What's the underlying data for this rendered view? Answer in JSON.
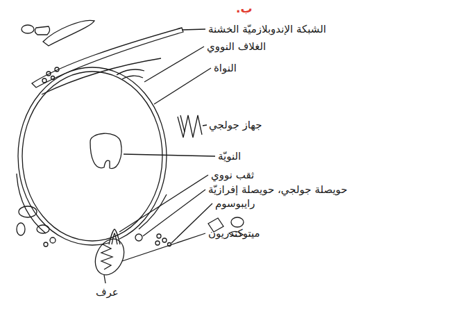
{
  "diagram": {
    "title": "ب.",
    "labels": [
      "الشبكة الإندوبلازميّة الخشنة",
      "الغلاف النووي",
      "النواة",
      "جهاز جولجي",
      "النويّة",
      "ثقب نووي",
      "حويصلة جولجي، حويصلة إفرازيّة",
      "رايبوسوم",
      "ميتوكندريون",
      "عرف"
    ]
  }
}
